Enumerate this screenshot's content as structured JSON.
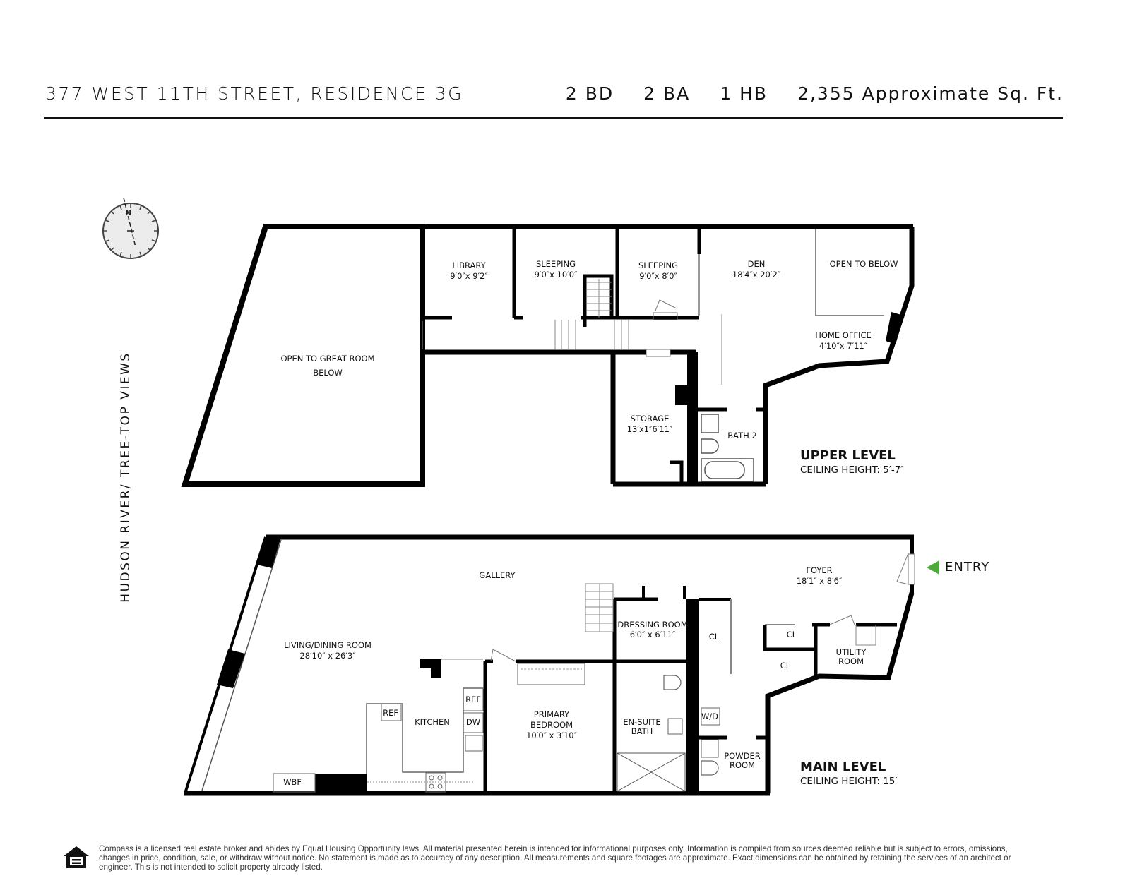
{
  "header": {
    "address": "377 WEST 11TH STREET, RESIDENCE 3G",
    "stats": [
      "2 BD",
      "2 BA",
      "1 HB",
      "2,355 Approximate Sq. Ft."
    ]
  },
  "side_label": "HUDSON RIVER/ TREE-TOP VIEWS",
  "compass": {
    "label": "N"
  },
  "entry": {
    "label": "ENTRY",
    "color": "#4caa3a"
  },
  "upper_level": {
    "title": "UPPER LEVEL",
    "ceiling": "CEILING HEIGHT: 5′-7′",
    "rooms": [
      {
        "name": "OPEN TO GREAT ROOM",
        "dims": "BELOW"
      },
      {
        "name": "LIBRARY",
        "dims": "9′0″x 9′2″"
      },
      {
        "name": "SLEEPING",
        "dims": "9′0″x 10′0″"
      },
      {
        "name": "SLEEPING",
        "dims": "9′0″x 8′0″"
      },
      {
        "name": "DEN",
        "dims": "18′4″x 20′2″"
      },
      {
        "name": "OPEN TO BELOW",
        "dims": ""
      },
      {
        "name": "HOME OFFICE",
        "dims": "4′10″x 7′11″"
      },
      {
        "name": "STORAGE",
        "dims": "13′x1″6′11″"
      },
      {
        "name": "BATH 2",
        "dims": ""
      }
    ]
  },
  "main_level": {
    "title": "MAIN LEVEL",
    "ceiling": "CEILING HEIGHT: 15′",
    "rooms": [
      {
        "name": "GALLERY",
        "dims": ""
      },
      {
        "name": "FOYER",
        "dims": "18′1″ x 8′6″"
      },
      {
        "name": "LIVING/DINING ROOM",
        "dims": "28′10″ x 26′3″"
      },
      {
        "name": "DRESSING ROOM",
        "dims": "6′0″ x 6′11″"
      },
      {
        "name": "CL",
        "dims": ""
      },
      {
        "name": "CL",
        "dims": ""
      },
      {
        "name": "CL",
        "dims": ""
      },
      {
        "name": "UTILITY",
        "dims": "ROOM"
      },
      {
        "name": "KITCHEN",
        "dims": ""
      },
      {
        "name": "PRIMARY",
        "dims": "BEDROOM"
      },
      {
        "name": "10′0″ x 3′10″",
        "dims": ""
      },
      {
        "name": "EN-SUITE",
        "dims": "BATH"
      },
      {
        "name": "POWDER",
        "dims": "ROOM"
      },
      {
        "name": "W/D",
        "dims": ""
      },
      {
        "name": "REF",
        "dims": ""
      },
      {
        "name": "REF",
        "dims": ""
      },
      {
        "name": "DW",
        "dims": ""
      },
      {
        "name": "WBF",
        "dims": ""
      }
    ]
  },
  "footer": {
    "disclaimer": "Compass is a licensed real estate broker and abides by Equal Housing Opportunity laws. All material presented herein is intended for informational purposes only. Information is compiled from sources deemed reliable but is subject to errors, omissions, changes in price, condition, sale, or withdraw without notice. No statement is made as to accuracy of any description. All measurements and square footages are approximate. Exact dimensions can be obtained by retaining the services of an architect or engineer. This is not intended to solicit property already listed."
  }
}
